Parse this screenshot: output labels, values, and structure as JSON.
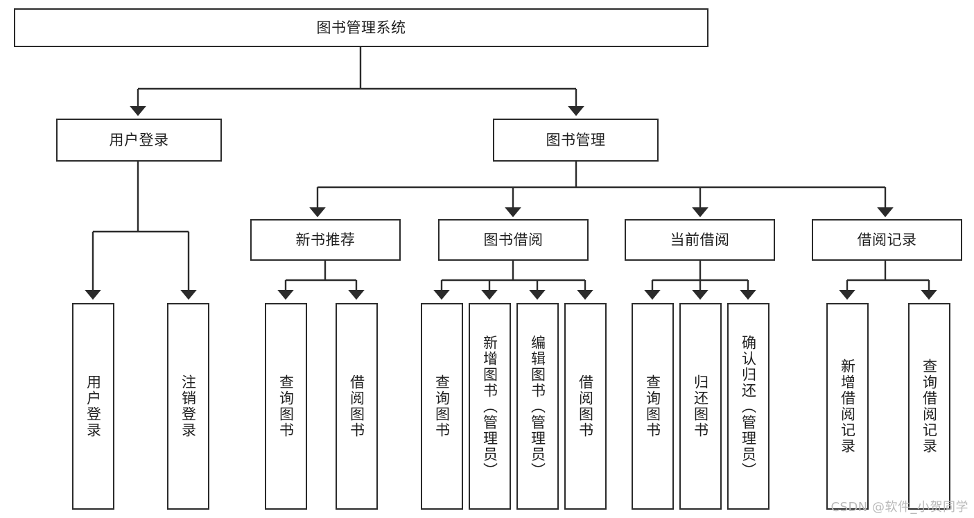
{
  "diagram": {
    "type": "tree",
    "title": "图书管理系统",
    "watermark": "CSDN @软件_小贺同学",
    "colors": {
      "border": "#2b2b2b",
      "text": "#1f1f1f",
      "background": "#ffffff",
      "connector": "#2b2b2b",
      "watermark": "#b9b9b9"
    },
    "nodes": {
      "root": {
        "label": "图书管理系统"
      },
      "level2": [
        {
          "label": "用户登录"
        },
        {
          "label": "图书管理"
        }
      ],
      "level3": [
        {
          "label": "新书推荐"
        },
        {
          "label": "图书借阅"
        },
        {
          "label": "当前借阅"
        },
        {
          "label": "借阅记录"
        }
      ],
      "leaves": {
        "user_login": [
          {
            "label": "用户登录"
          },
          {
            "label": "注销登录"
          }
        ],
        "new_book": [
          {
            "label": "查询图书"
          },
          {
            "label": "借阅图书"
          }
        ],
        "book_borrow": [
          {
            "label": "查询图书"
          },
          {
            "label": "新增图书（管理员）"
          },
          {
            "label": "编辑图书（管理员）"
          },
          {
            "label": "借阅图书"
          }
        ],
        "current_borrow": [
          {
            "label": "查询图书"
          },
          {
            "label": "归还图书"
          },
          {
            "label": "确认归还（管理员）"
          }
        ],
        "borrow_record": [
          {
            "label": "新增借阅记录"
          },
          {
            "label": "查询借阅记录"
          }
        ]
      }
    }
  }
}
